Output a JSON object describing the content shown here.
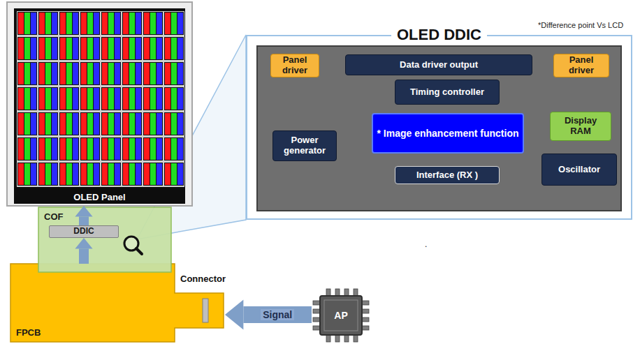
{
  "diagram": {
    "nodes": [
      {
        "text": [
          "OLED Panel"
        ]
      },
      {
        "text": [
          "OLED DDIC"
        ]
      },
      {
        "text": [
          "Panel driver"
        ],
        "in": 1
      },
      {
        "text": [
          "Data driver output"
        ],
        "in": 1
      },
      {
        "text": [
          "Panel driver"
        ],
        "in": 1
      },
      {
        "text": [
          "Timing controller"
        ],
        "in": 1
      },
      {
        "text": [
          "Display RAM"
        ],
        "in": 1
      },
      {
        "text": [
          "Power generator"
        ],
        "in": 1
      },
      {
        "text": [
          "* Image enhancement function"
        ],
        "in": 1
      },
      {
        "text": [
          "Interface (RX )"
        ],
        "in": 1
      },
      {
        "text": [
          "Oscillator"
        ],
        "in": 1
      },
      {
        "text": [
          "COF"
        ]
      },
      {
        "text": [
          "DDIC"
        ],
        "in": 11
      },
      {
        "text": [
          "FPCB"
        ]
      },
      {
        "text": [
          "AP"
        ]
      }
    ],
    "edges": [
      {
        "from": 14,
        "to": 13,
        "label": "Signal",
        "arrow": "to"
      },
      {
        "from": 13,
        "to": 12,
        "arrow": "to"
      },
      {
        "from": 12,
        "to": 0,
        "arrow": "to"
      }
    ],
    "labels": [
      "*Difference point Vs LCD",
      "Connector",
      "."
    ]
  }
}
